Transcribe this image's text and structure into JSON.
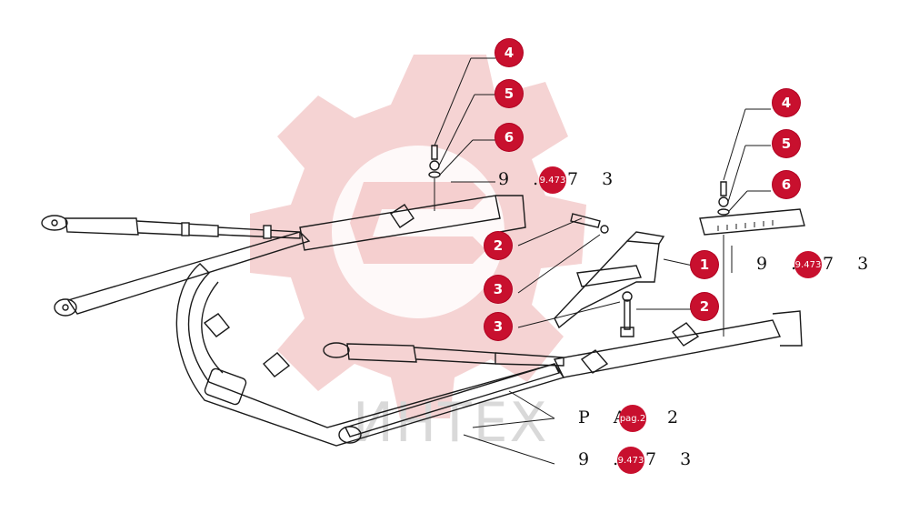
{
  "watermark": {
    "text": "ИНТЕХ",
    "color": "#e8a0a0"
  },
  "accent_color": "#c8102e",
  "callouts": [
    {
      "label": "4"
    },
    {
      "label": "5"
    },
    {
      "label": "6"
    },
    {
      "label": "2"
    },
    {
      "label": "3"
    },
    {
      "label": "3"
    },
    {
      "label": "1"
    },
    {
      "label": "2"
    },
    {
      "label": "4"
    },
    {
      "label": "5"
    },
    {
      "label": "6"
    }
  ],
  "references": [
    {
      "prefix": "9 .",
      "badge": "9.473",
      "suffix": "7 3"
    },
    {
      "prefix": "9 .",
      "badge": "9.473",
      "suffix": "7 3"
    },
    {
      "prefix": "P A",
      "badge": "pag.2",
      "suffix": "2"
    },
    {
      "prefix": "9 .",
      "badge": "9.473",
      "suffix": "7 3"
    }
  ]
}
